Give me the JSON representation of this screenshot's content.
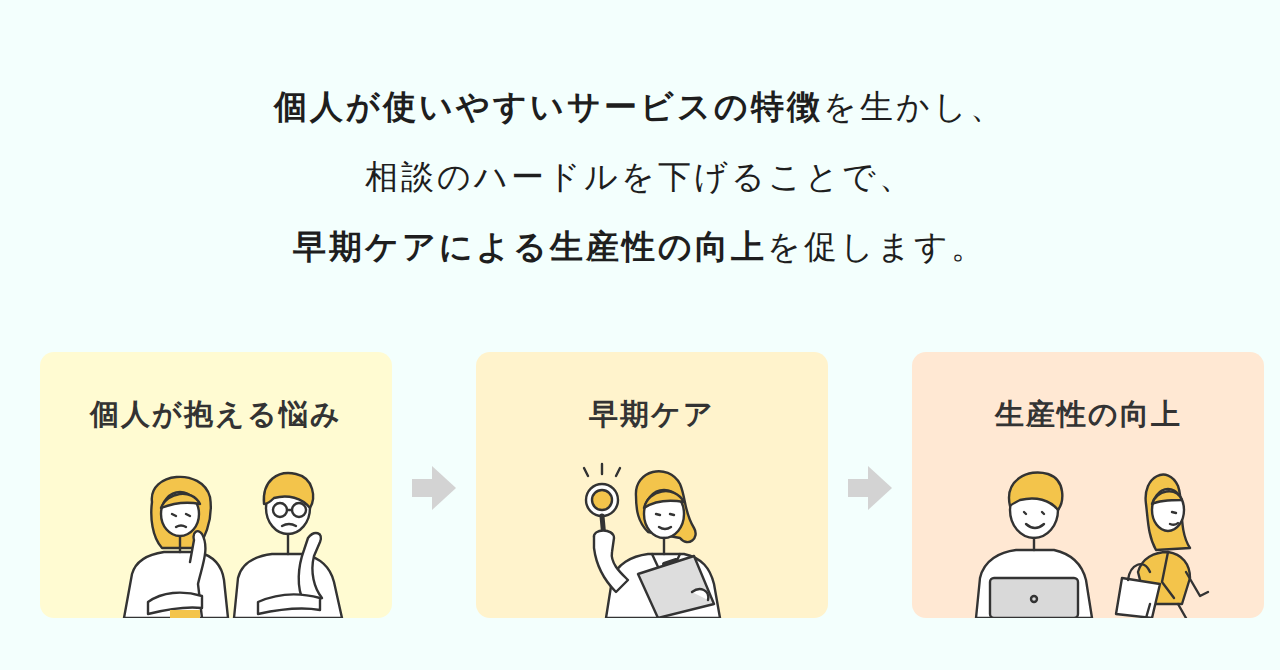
{
  "diagram": {
    "title": "個人が使いやすいサービスの特徴を生かし、相談のハードルを下げることで、早期ケアによる生産性の向上を促します。",
    "nodes": [
      {
        "text": [
          "個人が抱える悩み"
        ]
      },
      {
        "text": [
          "早期ケア"
        ]
      },
      {
        "text": [
          "生産性の向上"
        ]
      }
    ],
    "edges": [
      {
        "from": 0,
        "to": 1,
        "arrow": "to"
      },
      {
        "from": 1,
        "to": 2,
        "arrow": "to"
      }
    ]
  }
}
